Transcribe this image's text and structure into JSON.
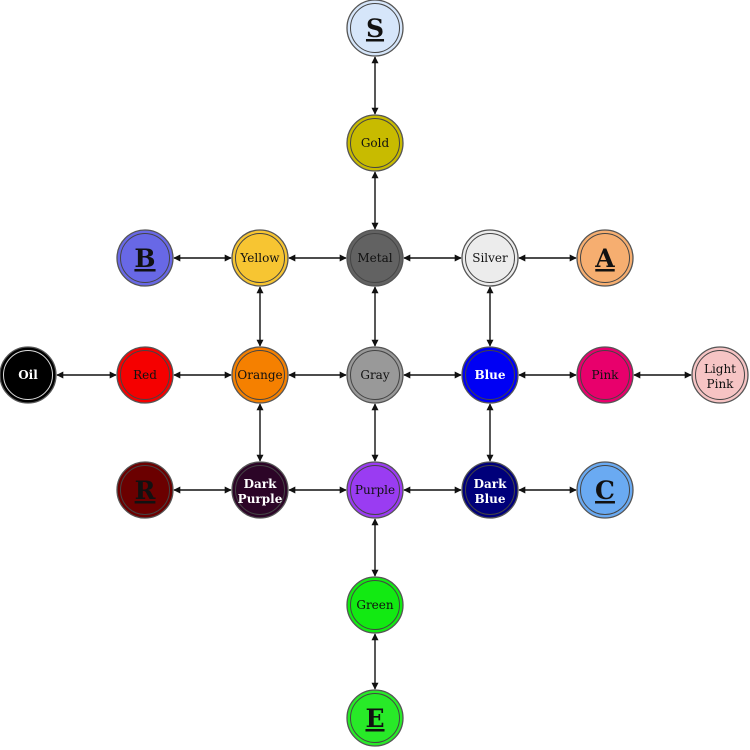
{
  "nodes": [
    {
      "id": "S",
      "label": "S",
      "kind": "letter",
      "fill": "#d6e6fa",
      "text_color": "#111111"
    },
    {
      "id": "Gold",
      "label": "Gold",
      "kind": "color",
      "fill": "#c8bb00",
      "text_color": "#111111"
    },
    {
      "id": "B",
      "label": "B",
      "kind": "letter",
      "fill": "#6868e6",
      "text_color": "#111111"
    },
    {
      "id": "Yellow",
      "label": "Yellow",
      "kind": "color",
      "fill": "#f7c532",
      "text_color": "#111111"
    },
    {
      "id": "Metal",
      "label": "Metal",
      "kind": "color",
      "fill": "#626262",
      "text_color": "#111111"
    },
    {
      "id": "Silver",
      "label": "Silver",
      "kind": "color",
      "fill": "#ececec",
      "text_color": "#111111"
    },
    {
      "id": "A",
      "label": "A",
      "kind": "letter",
      "fill": "#f6ae70",
      "text_color": "#111111"
    },
    {
      "id": "Oil",
      "label": "Oil",
      "kind": "color",
      "fill": "#000000",
      "text_color": "#ffffff"
    },
    {
      "id": "Red",
      "label": "Red",
      "kind": "color",
      "fill": "#f50000",
      "text_color": "#111111"
    },
    {
      "id": "Orange",
      "label": "Orange",
      "kind": "color",
      "fill": "#f58000",
      "text_color": "#111111"
    },
    {
      "id": "Gray",
      "label": "Gray",
      "kind": "color",
      "fill": "#999999",
      "text_color": "#111111"
    },
    {
      "id": "Blue",
      "label": "Blue",
      "kind": "color",
      "fill": "#0000f4",
      "text_color": "#ffffff"
    },
    {
      "id": "Pink",
      "label": "Pink",
      "kind": "color",
      "fill": "#e8006c",
      "text_color": "#111111"
    },
    {
      "id": "LightPink",
      "label": "Light Pink",
      "kind": "color",
      "fill": "#f6c4c4",
      "text_color": "#111111"
    },
    {
      "id": "R",
      "label": "R",
      "kind": "letter",
      "fill": "#6b0000",
      "text_color": "#111111"
    },
    {
      "id": "DarkPurple",
      "label": "Dark Purple",
      "kind": "color",
      "fill": "#2c0527",
      "text_color": "#ffffff"
    },
    {
      "id": "Purple",
      "label": "Purple",
      "kind": "color",
      "fill": "#9a3cf2",
      "text_color": "#111111"
    },
    {
      "id": "DarkBlue",
      "label": "Dark Blue",
      "kind": "color",
      "fill": "#00007a",
      "text_color": "#ffffff"
    },
    {
      "id": "C",
      "label": "C",
      "kind": "letter",
      "fill": "#6aaaf2",
      "text_color": "#111111"
    },
    {
      "id": "Green",
      "label": "Green",
      "kind": "color",
      "fill": "#12ea12",
      "text_color": "#111111"
    },
    {
      "id": "E",
      "label": "E",
      "kind": "letter",
      "fill": "#28ea28",
      "text_color": "#111111"
    }
  ],
  "edges": [
    [
      "S",
      "Gold"
    ],
    [
      "Gold",
      "Metal"
    ],
    [
      "B",
      "Yellow"
    ],
    [
      "Yellow",
      "Metal"
    ],
    [
      "Metal",
      "Silver"
    ],
    [
      "Silver",
      "A"
    ],
    [
      "Yellow",
      "Orange"
    ],
    [
      "Metal",
      "Gray"
    ],
    [
      "Silver",
      "Blue"
    ],
    [
      "Oil",
      "Red"
    ],
    [
      "Red",
      "Orange"
    ],
    [
      "Orange",
      "Gray"
    ],
    [
      "Gray",
      "Blue"
    ],
    [
      "Blue",
      "Pink"
    ],
    [
      "Pink",
      "LightPink"
    ],
    [
      "Orange",
      "DarkPurple"
    ],
    [
      "Gray",
      "Purple"
    ],
    [
      "Blue",
      "DarkBlue"
    ],
    [
      "R",
      "DarkPurple"
    ],
    [
      "DarkPurple",
      "Purple"
    ],
    [
      "Purple",
      "DarkBlue"
    ],
    [
      "DarkBlue",
      "C"
    ],
    [
      "Purple",
      "Green"
    ],
    [
      "Green",
      "E"
    ]
  ]
}
